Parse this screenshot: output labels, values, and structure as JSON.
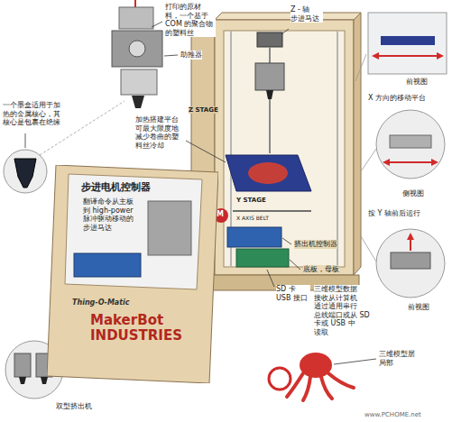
{
  "diagram": {
    "nodes": [
      {
        "text": [
          "步进电机控制器",
          "翻译命令从主板 到 high-power 脉冲驱动移动的 步进马达",
          "Thing-O-Matic",
          "MakerBot INDUSTRIES"
        ]
      }
    ],
    "labels": [
      "打印的原材 料，一个基于 COM 的聚合物 的塑料丝",
      "助推器",
      "Z - 轴 步进马达",
      "一个墨盒适用于加 热的金属核心，其 核心是包裹在绝缘",
      "加热搭建平台 可最大限度地 减少卷曲的塑 料丝冷却",
      "Z STAGE",
      "Y STAGE",
      "X AXIS BELT",
      "前视图",
      "X 方向的移动平台",
      "侧视图",
      "按 Y 轴前后运行",
      "挤出机控制器",
      "底板，母板",
      "SD 卡 USB 接口",
      "三维模型数据 接收从计算机 通过通用串行 总线端口或从 SD 卡或 USB 中 读取",
      "前视图",
      "三维模型层 局部",
      "双型挤出机",
      "www.PCHOME.net",
      "M"
    ]
  }
}
